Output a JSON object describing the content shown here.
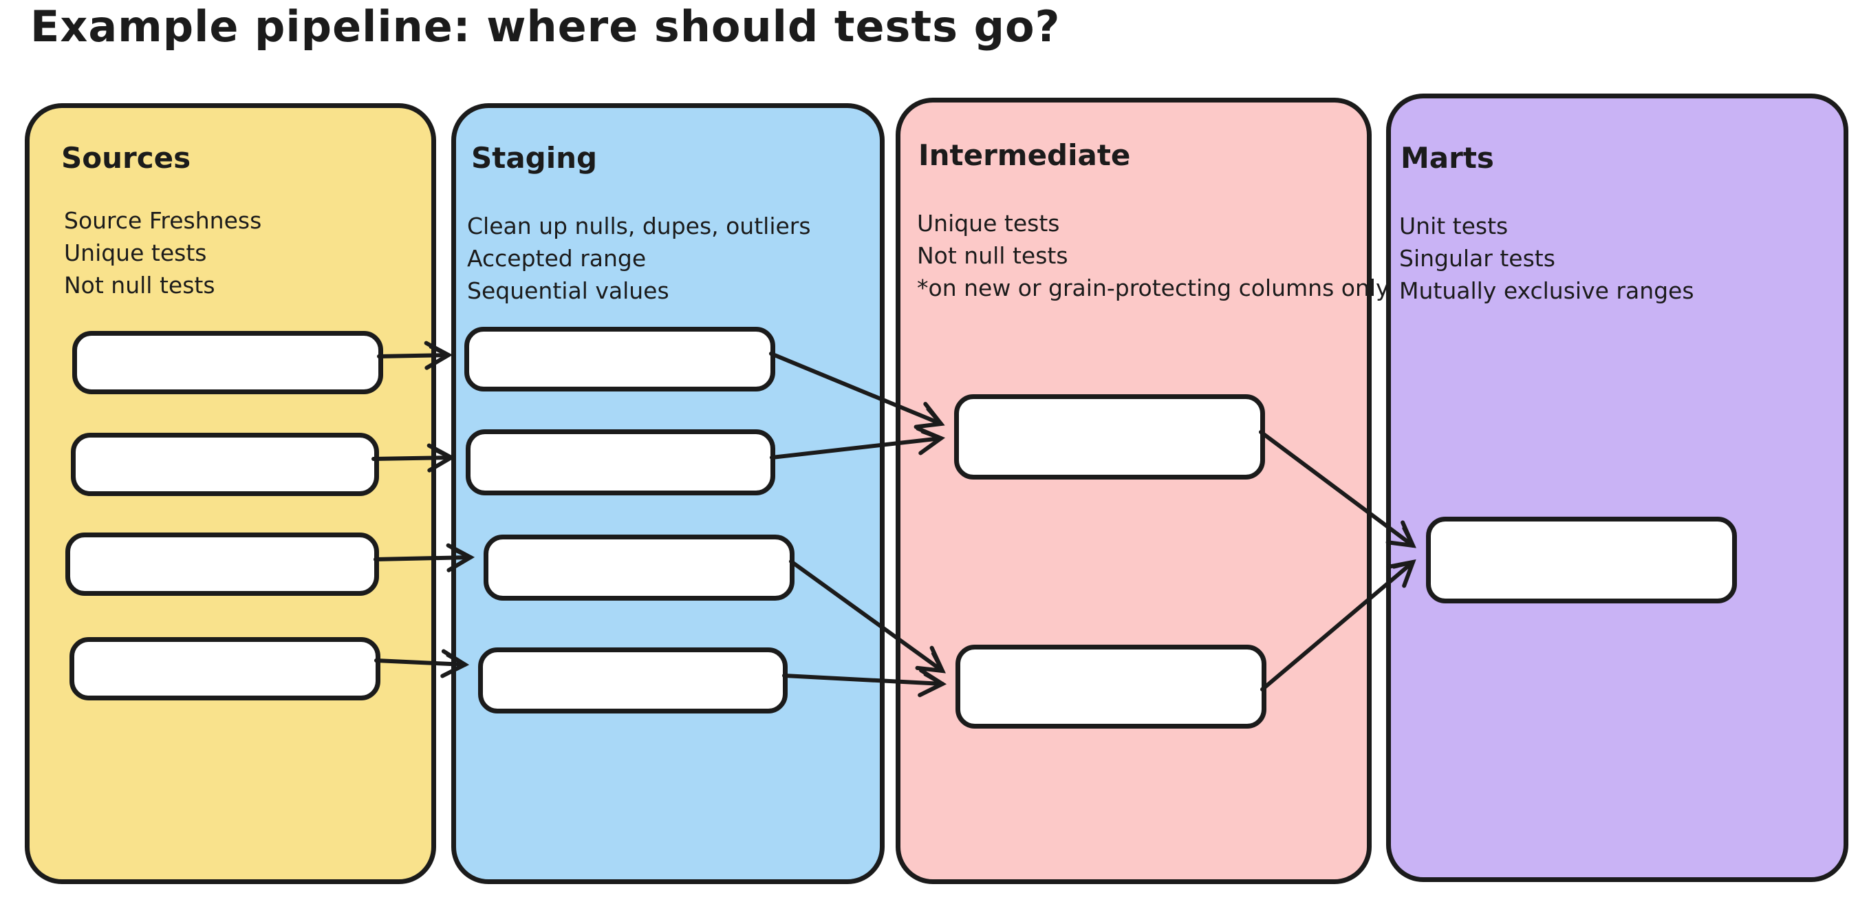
{
  "title": "Example pipeline: where should tests go?",
  "columns": [
    {
      "title": "Sources",
      "color": "#F9E28C",
      "bullets": [
        "Source Freshness",
        "Unique tests",
        "Not null tests"
      ],
      "node_count": 4
    },
    {
      "title": "Staging",
      "color": "#A9D8F7",
      "bullets": [
        "Clean up nulls, dupes, outliers",
        "Accepted range",
        "Sequential values"
      ],
      "node_count": 4
    },
    {
      "title": "Intermediate",
      "color": "#FCC9C8",
      "bullets": [
        "Unique tests",
        "Not null tests",
        "*on new or grain-protecting columns only"
      ],
      "node_count": 2
    },
    {
      "title": "Marts",
      "color": "#C9B3F5",
      "bullets": [
        "Unit tests",
        "Singular tests",
        "Mutually exclusive ranges"
      ],
      "node_count": 1
    }
  ],
  "edges": [
    {
      "from": "sources-node-1",
      "to": "staging-node-1"
    },
    {
      "from": "sources-node-2",
      "to": "staging-node-2"
    },
    {
      "from": "sources-node-3",
      "to": "staging-node-3"
    },
    {
      "from": "sources-node-4",
      "to": "staging-node-4"
    },
    {
      "from": "staging-node-1",
      "to": "intermediate-node-1"
    },
    {
      "from": "staging-node-2",
      "to": "intermediate-node-1"
    },
    {
      "from": "staging-node-3",
      "to": "intermediate-node-2"
    },
    {
      "from": "staging-node-4",
      "to": "intermediate-node-2"
    },
    {
      "from": "intermediate-node-1",
      "to": "marts-node-1"
    },
    {
      "from": "intermediate-node-2",
      "to": "marts-node-1"
    }
  ],
  "colors": {
    "ink": "#1b1b1b",
    "node_fill": "#ffffff",
    "background": "#ffffff",
    "sources": "#F9E28C",
    "staging": "#A9D8F7",
    "intermediate": "#FCC9C8",
    "marts": "#C9B3F5"
  }
}
